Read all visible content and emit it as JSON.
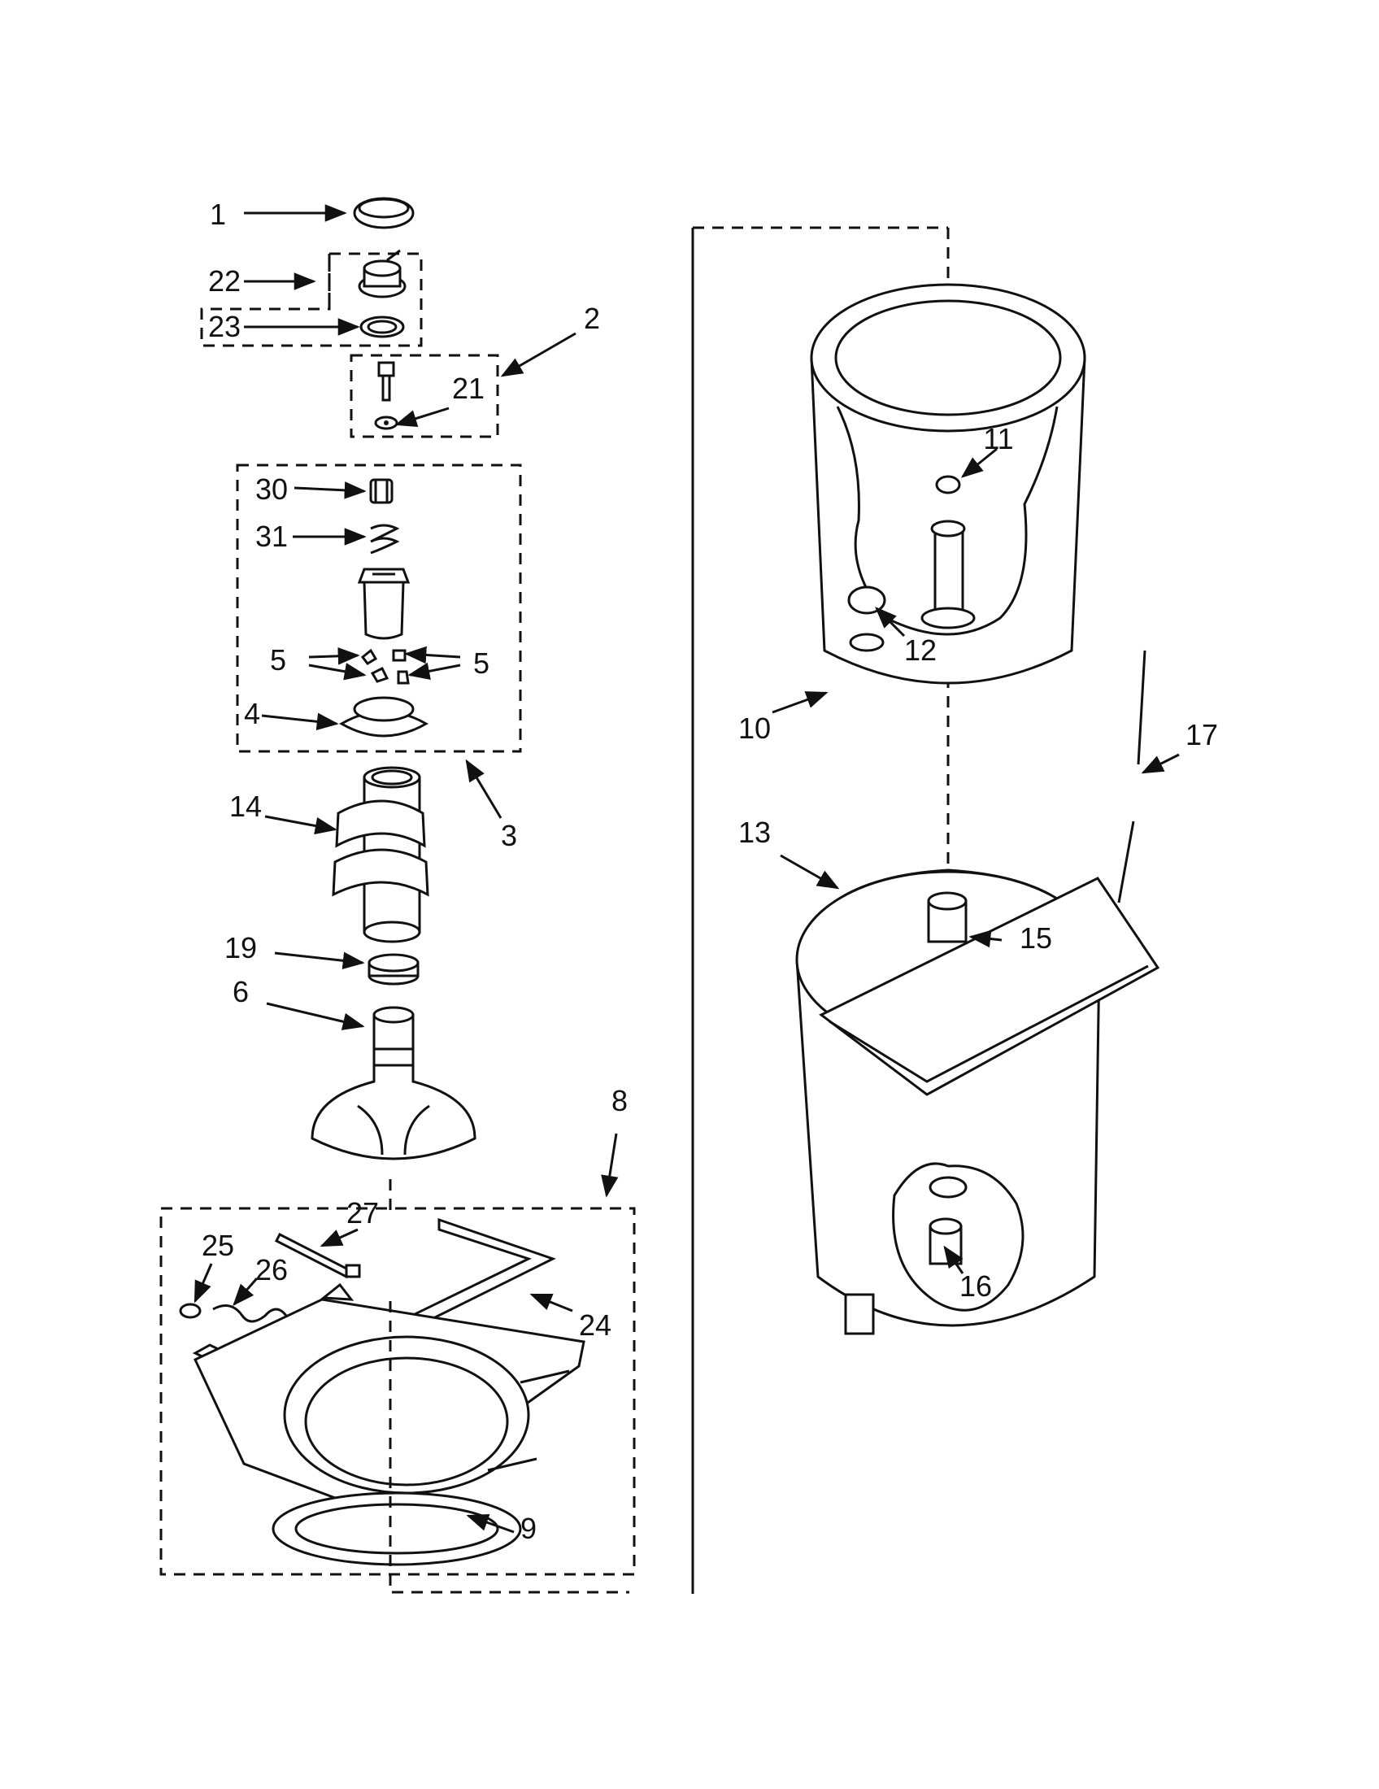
{
  "diagram": {
    "callouts": [
      {
        "id": "c1",
        "label": "1"
      },
      {
        "id": "c2",
        "label": "2"
      },
      {
        "id": "c3",
        "label": "3"
      },
      {
        "id": "c4",
        "label": "4"
      },
      {
        "id": "c5a",
        "label": "5"
      },
      {
        "id": "c5b",
        "label": "5"
      },
      {
        "id": "c6",
        "label": "6"
      },
      {
        "id": "c8",
        "label": "8"
      },
      {
        "id": "c9",
        "label": "9"
      },
      {
        "id": "c10",
        "label": "10"
      },
      {
        "id": "c11",
        "label": "11"
      },
      {
        "id": "c12",
        "label": "12"
      },
      {
        "id": "c13",
        "label": "13"
      },
      {
        "id": "c14",
        "label": "14"
      },
      {
        "id": "c15",
        "label": "15"
      },
      {
        "id": "c16",
        "label": "16"
      },
      {
        "id": "c17",
        "label": "17"
      },
      {
        "id": "c19",
        "label": "19"
      },
      {
        "id": "c21",
        "label": "21"
      },
      {
        "id": "c22",
        "label": "22"
      },
      {
        "id": "c23",
        "label": "23"
      },
      {
        "id": "c24",
        "label": "24"
      },
      {
        "id": "c25",
        "label": "25"
      },
      {
        "id": "c26",
        "label": "26"
      },
      {
        "id": "c27",
        "label": "27"
      },
      {
        "id": "c30",
        "label": "30"
      },
      {
        "id": "c31",
        "label": "31"
      }
    ]
  }
}
